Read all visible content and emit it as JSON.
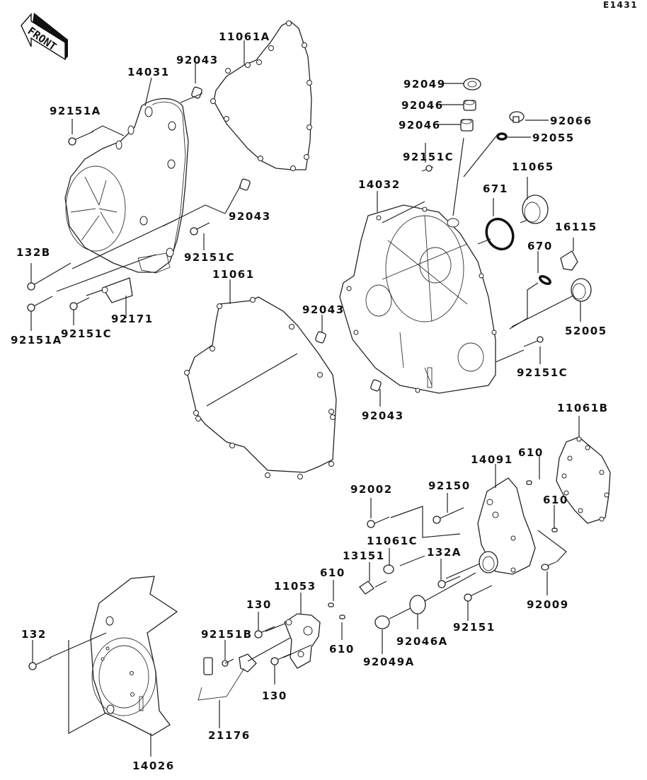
{
  "diagram": {
    "title": "Engine Cover(s) parts diagram",
    "code": "E1431",
    "front_arrow_label": "FRONT",
    "colors": {
      "line": "#222222",
      "background": "#ffffff"
    },
    "callouts": {
      "c11061A": "11061A",
      "c92043_top": "92043",
      "c14031": "14031",
      "c92151A_top": "92151A",
      "c92043_mid": "92043",
      "c92151C_left": "92151C",
      "c132B": "132B",
      "c92151A_bot": "92151A",
      "c92151C_bot": "92151C",
      "c92171": "92171",
      "c11061": "11061",
      "c92043_center": "92043",
      "c92043_low": "92043",
      "c92049": "92049",
      "c92046_a": "92046",
      "c92046_b": "92046",
      "c92066": "92066",
      "c92055": "92055",
      "c92151C_top": "92151C",
      "c14032": "14032",
      "c671": "671",
      "c11065": "11065",
      "c16115": "16115",
      "c670": "670",
      "c52005": "52005",
      "c92151C_right": "92151C",
      "c11061B": "11061B",
      "c14091": "14091",
      "c610_a": "610",
      "c610_b": "610",
      "c92002": "92002",
      "c92150": "92150",
      "c11061C": "11061C",
      "c132A": "132A",
      "c13151": "13151",
      "c92009": "92009",
      "c92151": "92151",
      "c92046A": "92046A",
      "c92049A": "92049A",
      "c610_c": "610",
      "c610_d": "610",
      "c11053": "11053",
      "c130_a": "130",
      "c130_b": "130",
      "c92151B": "92151B",
      "c21176": "21176",
      "c132": "132",
      "c14026": "14026"
    }
  }
}
